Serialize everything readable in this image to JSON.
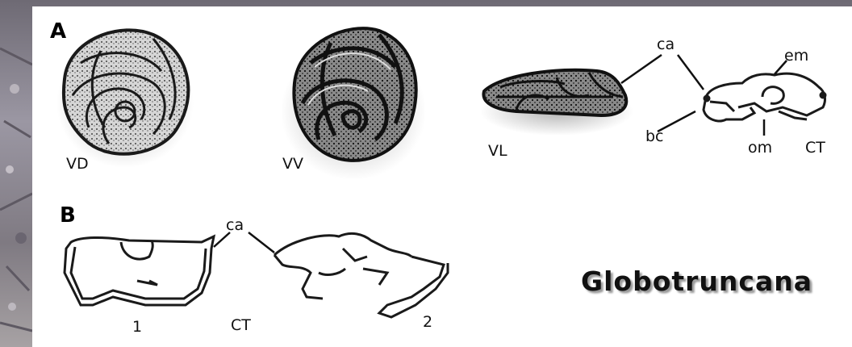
{
  "panels": {
    "a": "A",
    "b": "B"
  },
  "views": {
    "dorsal": "VD",
    "ventral": "VV",
    "lateral": "VL"
  },
  "section_labels": {
    "ca_top": "ca",
    "em": "em",
    "bc": "bc",
    "om": "om",
    "ct_top": "CT",
    "ca_bottom": "ca",
    "num1": "1",
    "ct_bottom": "CT",
    "num2": "2"
  },
  "genus_name": "Globotruncana",
  "colors": {
    "background_rock": "#8c8a8e",
    "drawing": "#1a1a1a",
    "plate": "#ffffff"
  }
}
